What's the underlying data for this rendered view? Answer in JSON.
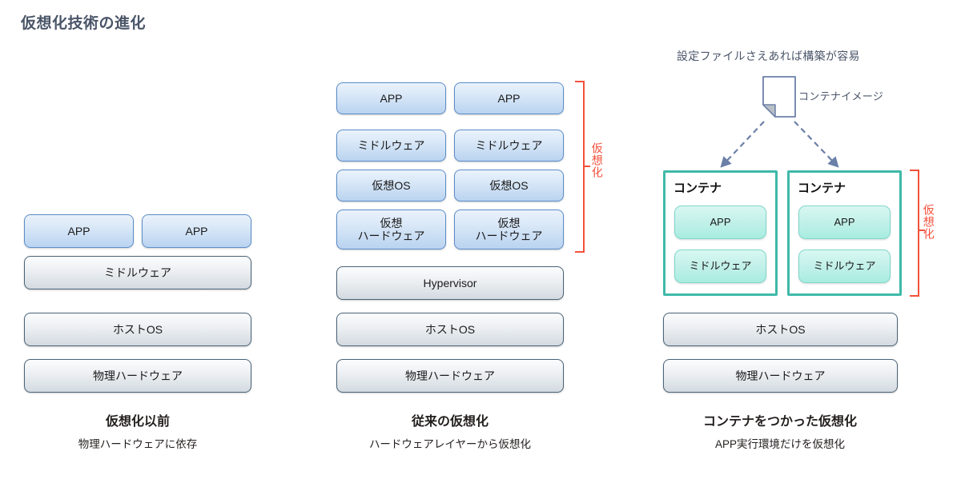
{
  "title": "仮想化技術の進化",
  "theme": {
    "title_color": "#4a5568",
    "blue_box_border": "#5b8dc8",
    "gray_box_border": "#4a6378",
    "container_border": "#3fb9a8",
    "mint_box_border": "#7fd8cc",
    "bracket_red": "#f4503a",
    "arrow_color": "#6b7f9e",
    "caption_color": "#231f1e"
  },
  "columns": [
    {
      "id": "pre-virtualization",
      "caption_main": "仮想化以前",
      "caption_sub": "物理ハードウェアに依存",
      "layers": [
        {
          "label": "APP",
          "style": "blue"
        },
        {
          "label": "APP",
          "style": "blue"
        },
        {
          "label": "ミドルウェア",
          "style": "gray"
        },
        {
          "label": "ホストOS",
          "style": "gray"
        },
        {
          "label": "物理ハードウェア",
          "style": "gray"
        }
      ]
    },
    {
      "id": "traditional-virtualization",
      "caption_main": "従来の仮想化",
      "caption_sub": "ハードウェアレイヤーから仮想化",
      "bracket_label": "仮想化",
      "layers": [
        {
          "label": "APP",
          "style": "blue"
        },
        {
          "label": "APP",
          "style": "blue"
        },
        {
          "label": "ミドルウェア",
          "style": "blue"
        },
        {
          "label": "ミドルウェア",
          "style": "blue"
        },
        {
          "label": "仮想OS",
          "style": "blue"
        },
        {
          "label": "仮想OS",
          "style": "blue"
        },
        {
          "label": "仮想\nハードウェア",
          "style": "blue"
        },
        {
          "label": "仮想\nハードウェア",
          "style": "blue"
        },
        {
          "label": "Hypervisor",
          "style": "gray"
        },
        {
          "label": "ホストOS",
          "style": "gray"
        },
        {
          "label": "物理ハードウェア",
          "style": "gray"
        }
      ]
    },
    {
      "id": "container-virtualization",
      "caption_main": "コンテナをつかった仮想化",
      "caption_sub": "APP実行環境だけを仮想化",
      "bracket_label": "仮想化",
      "top_note": "設定ファイルさえあれば構築が容易",
      "image_icon_label": "コンテナイメージ",
      "containers": [
        {
          "title": "コンテナ",
          "layers": [
            {
              "label": "APP",
              "style": "mint"
            },
            {
              "label": "ミドルウェア",
              "style": "mint"
            }
          ]
        },
        {
          "title": "コンテナ",
          "layers": [
            {
              "label": "APP",
              "style": "mint"
            },
            {
              "label": "ミドルウェア",
              "style": "mint"
            }
          ]
        }
      ],
      "base_layers": [
        {
          "label": "ホストOS",
          "style": "gray"
        },
        {
          "label": "物理ハードウェア",
          "style": "gray"
        }
      ]
    }
  ]
}
